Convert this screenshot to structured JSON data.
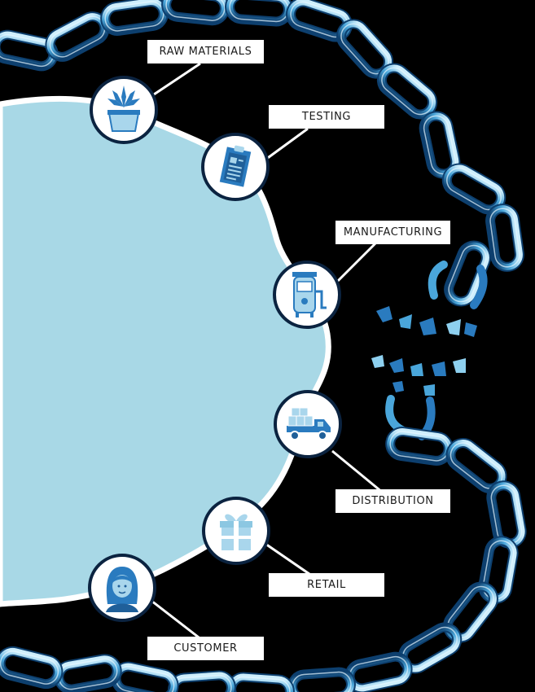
{
  "stages": [
    {
      "id": "raw-materials",
      "label": "RAW MATERIALS",
      "icon": "cannabis-plant-icon"
    },
    {
      "id": "testing",
      "label": "TESTING",
      "icon": "clipboard-icon"
    },
    {
      "id": "manufacturing",
      "label": "MANUFACTURING",
      "icon": "tank-machine-icon"
    },
    {
      "id": "distribution",
      "label": "DISTRIBUTION",
      "icon": "delivery-truck-icon"
    },
    {
      "id": "retail",
      "label": "RETAIL",
      "icon": "gift-box-icon"
    },
    {
      "id": "customer",
      "label": "CUSTOMER",
      "icon": "customer-avatar-icon"
    }
  ],
  "colors": {
    "background": "#000000",
    "blob": "#a8d8e6",
    "blob_outline": "#ffffff",
    "icon_ring": "#0b2340",
    "icon_blue": "#2a7bbf",
    "icon_light": "#a9d6ec",
    "chain_light": "#8ed0ef",
    "chain_mid": "#3f9fd6",
    "chain_dark": "#0d3f6e"
  }
}
